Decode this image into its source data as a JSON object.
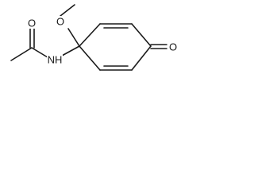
{
  "molecule": {
    "atoms": {
      "carbonyl_oxygen_left": "O",
      "methoxy_oxygen": "O",
      "amide_nitrogen": "NH",
      "ketone_oxygen": "O"
    },
    "bond_color": "#1a1a1a",
    "background": "#ffffff"
  }
}
